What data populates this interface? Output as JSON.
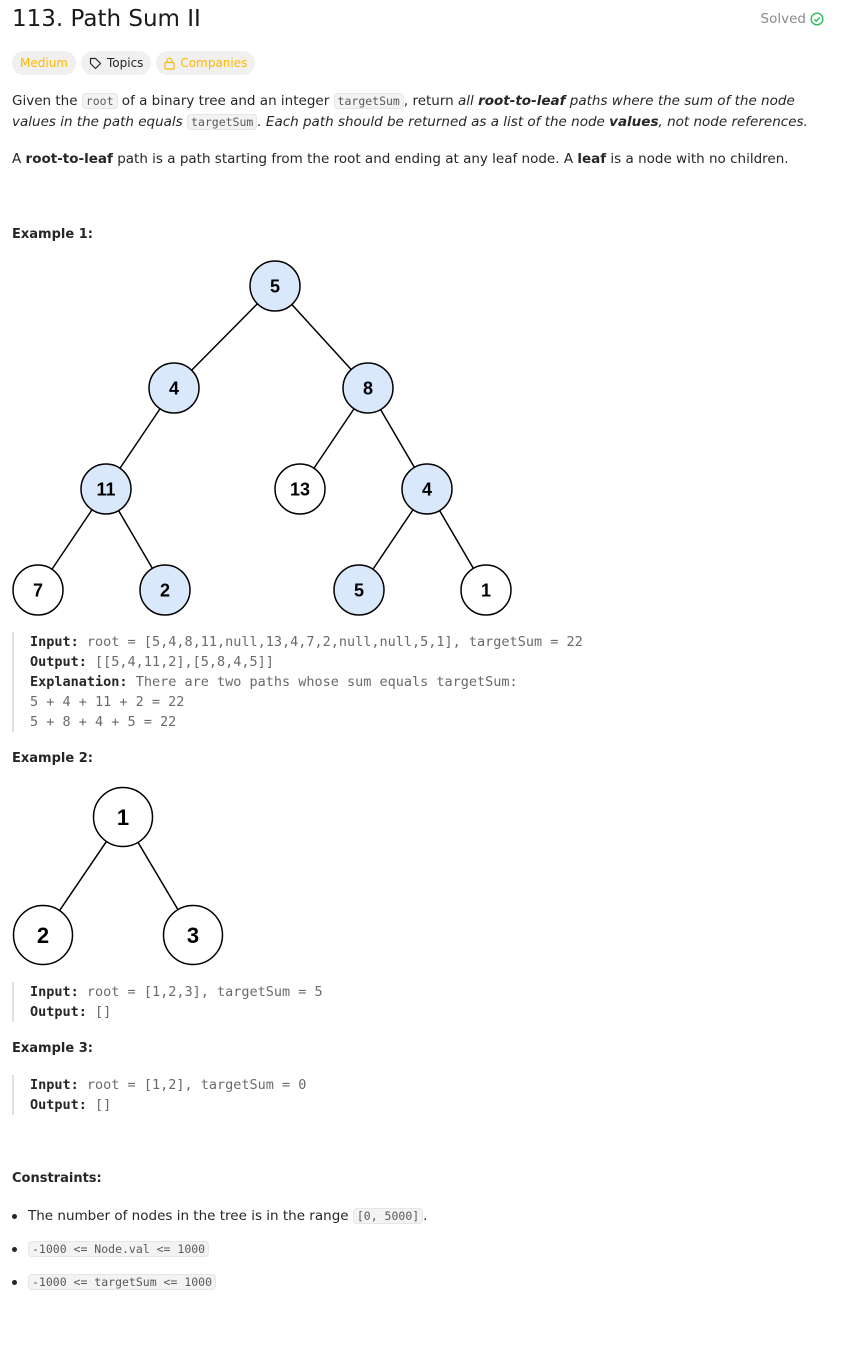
{
  "header": {
    "title": "113. Path Sum II",
    "status": "Solved"
  },
  "tags": {
    "difficulty": "Medium",
    "topics": "Topics",
    "companies": "Companies"
  },
  "colors": {
    "medium": "#ffb800",
    "solved": "#2cbb5d",
    "highlight": "#dae8fc"
  },
  "description": {
    "p1": [
      "Given the ",
      "root",
      " of a binary tree and an integer ",
      "targetSum",
      ", return ",
      "all ",
      "root-to-leaf",
      " paths where the sum of the node values in the path equals ",
      "targetSum",
      ". Each path should be returned as a list of the node ",
      "values",
      ", not node references."
    ],
    "p2": [
      "A ",
      "root-to-leaf",
      " path is a path starting from the root and ending at any leaf node. A ",
      "leaf",
      " is a node with no children."
    ]
  },
  "examples": [
    {
      "heading": "Example 1:",
      "tree": [
        {
          "v": "5",
          "hl": true
        },
        {
          "v": "4",
          "hl": true
        },
        {
          "v": "8",
          "hl": true
        },
        {
          "v": "11",
          "hl": true
        },
        {
          "v": "13",
          "hl": false
        },
        {
          "v": "4",
          "hl": true
        },
        {
          "v": "7",
          "hl": false
        },
        {
          "v": "2",
          "hl": true
        },
        {
          "v": "5",
          "hl": true
        },
        {
          "v": "1",
          "hl": false
        }
      ],
      "input_label": "Input:",
      "input": "root = [5,4,8,11,null,13,4,7,2,null,null,5,1], targetSum = 22",
      "output_label": "Output:",
      "output": "[[5,4,11,2],[5,8,4,5]]",
      "explanation_label": "Explanation:",
      "explanation": "There are two paths whose sum equals targetSum:",
      "lines": [
        "5 + 4 + 11 + 2 = 22",
        "5 + 8 + 4 + 5 = 22"
      ]
    },
    {
      "heading": "Example 2:",
      "tree": [
        {
          "v": "1",
          "hl": false
        },
        {
          "v": "2",
          "hl": false
        },
        {
          "v": "3",
          "hl": false
        }
      ],
      "input_label": "Input:",
      "input": "root = [1,2,3], targetSum = 5",
      "output_label": "Output:",
      "output": "[]"
    },
    {
      "heading": "Example 3:",
      "input_label": "Input:",
      "input": "root = [1,2], targetSum = 0",
      "output_label": "Output:",
      "output": "[]"
    }
  ],
  "constraints": {
    "heading": "Constraints:",
    "items": [
      {
        "text": "The number of nodes in the tree is in the range ",
        "code": "[0, 5000]",
        "after": "."
      },
      {
        "text": "",
        "code": "-1000 <= Node.val <= 1000",
        "after": ""
      },
      {
        "text": "",
        "code": "-1000 <= targetSum <= 1000",
        "after": ""
      }
    ]
  }
}
